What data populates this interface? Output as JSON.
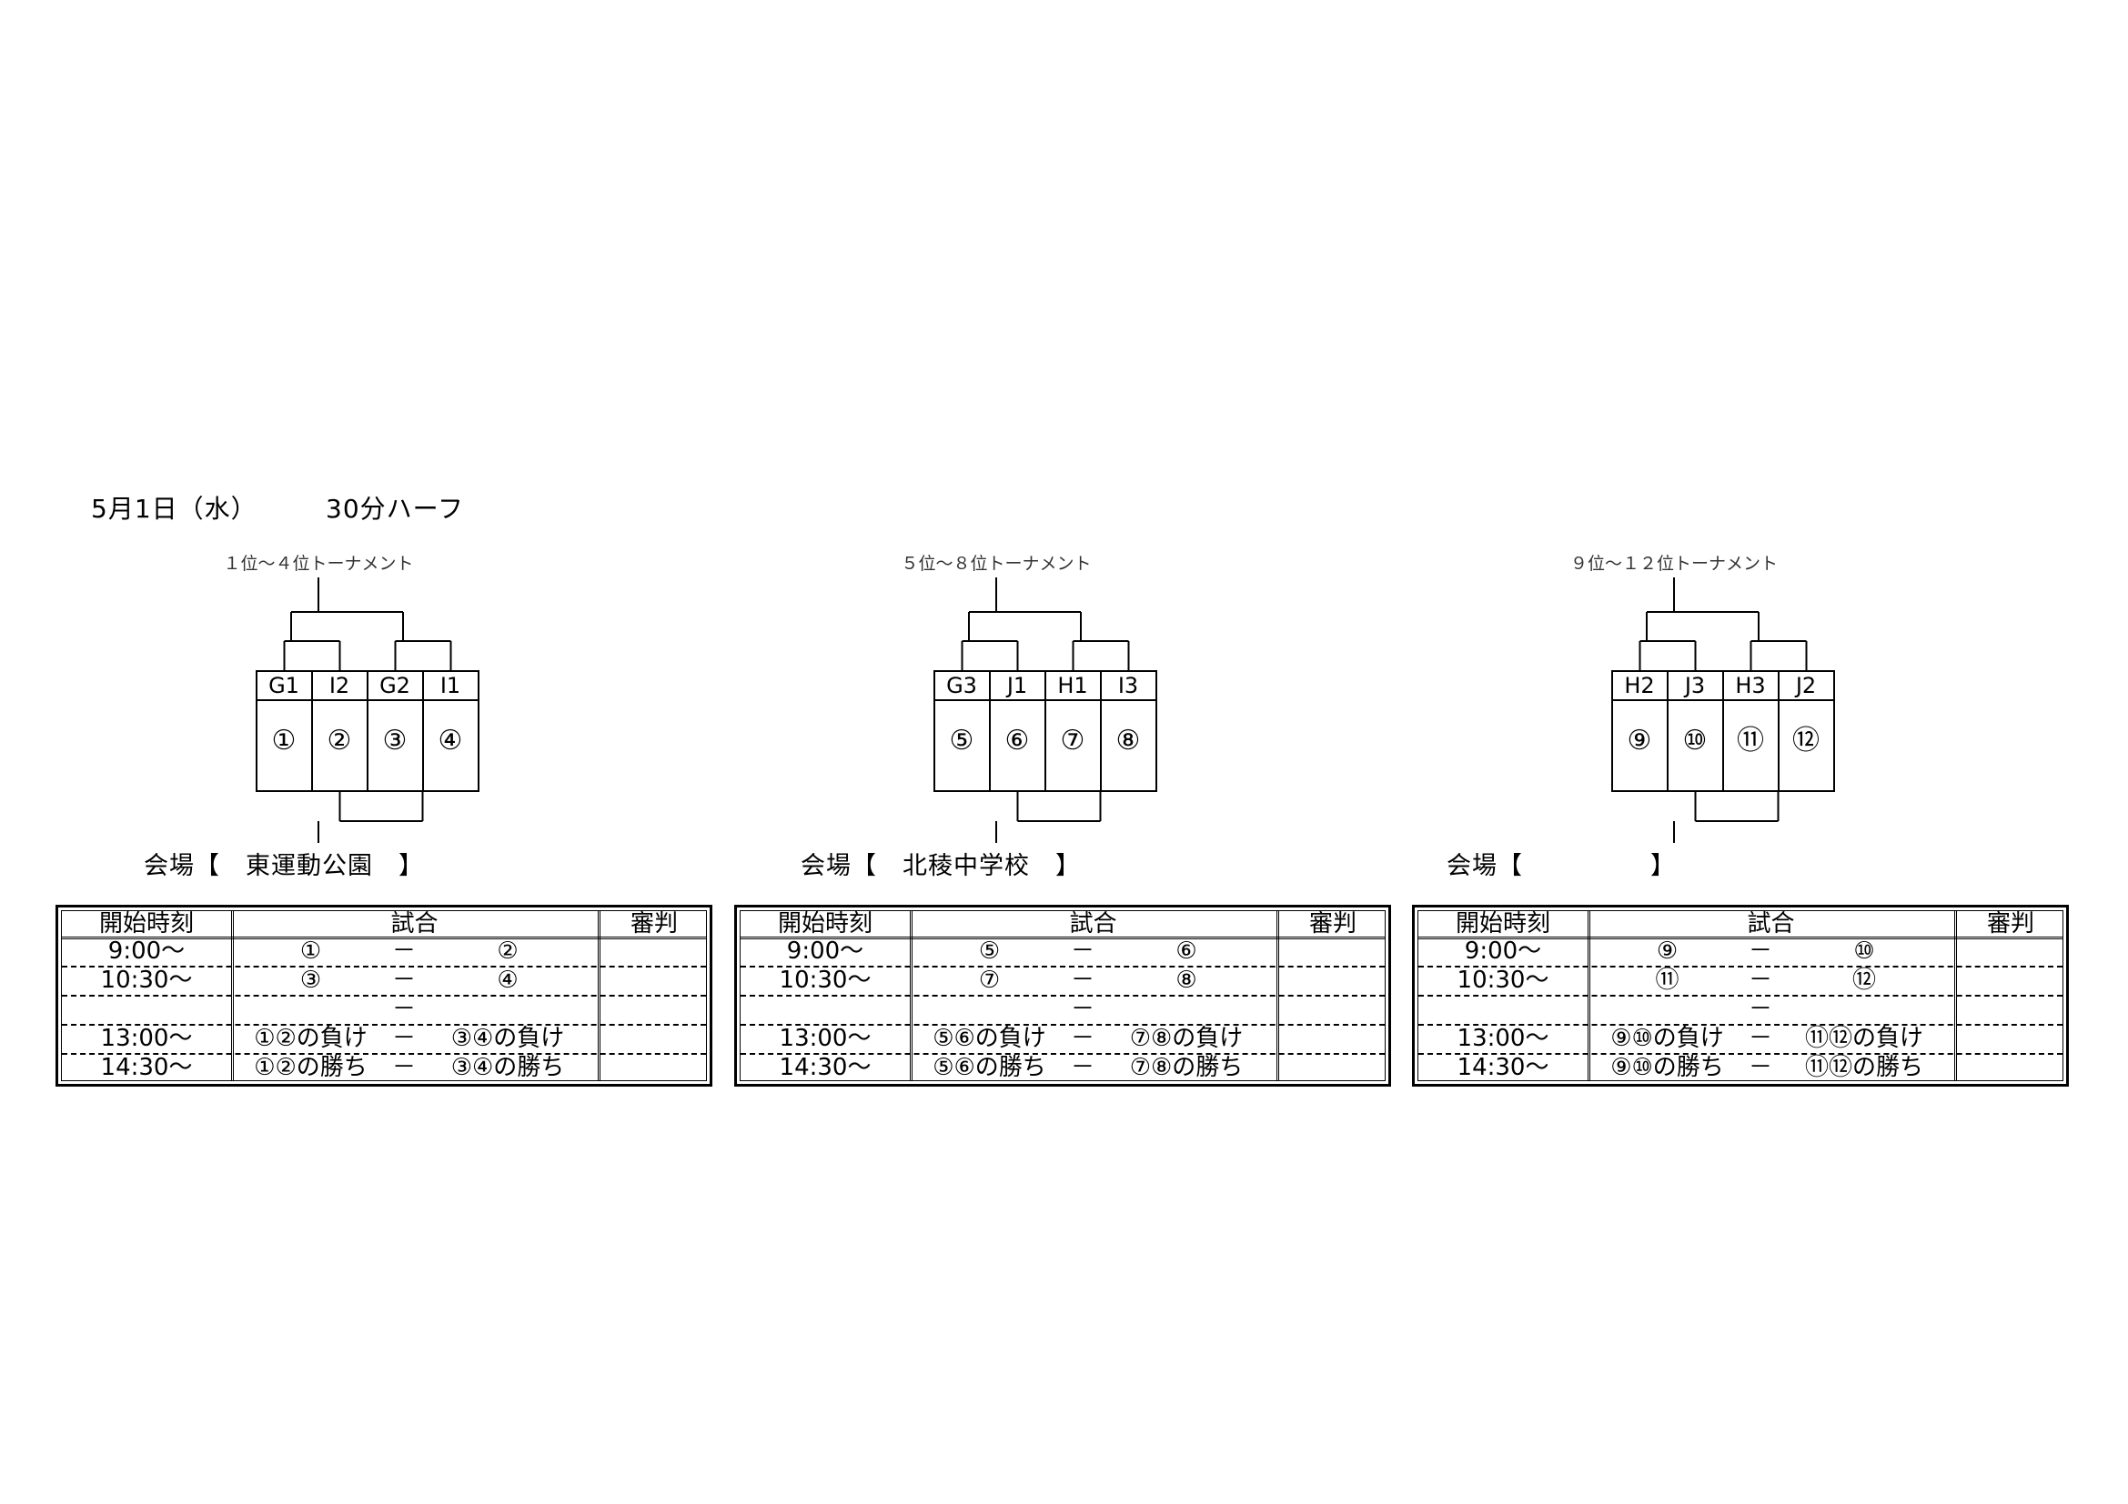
{
  "header": {
    "date": "5月1日（水）",
    "format": "30分ハーフ"
  },
  "brackets": [
    {
      "title": "１位～４位トーナメント",
      "teams": [
        "G1",
        "I2",
        "G2",
        "I1"
      ],
      "matches": [
        "①",
        "②",
        "③",
        "④"
      ],
      "venue": "会場【　東運動公園　】"
    },
    {
      "title": "５位～８位トーナメント",
      "teams": [
        "G3",
        "J1",
        "H1",
        "I3"
      ],
      "matches": [
        "⑤",
        "⑥",
        "⑦",
        "⑧"
      ],
      "venue": "会場【　北稜中学校　】"
    },
    {
      "title": "９位～１２位トーナメント",
      "teams": [
        "H2",
        "J3",
        "H3",
        "J2"
      ],
      "matches": [
        "⑨",
        "⑩",
        "⑪",
        "⑫"
      ],
      "venue": "会場【　　　　　】"
    }
  ],
  "schedule_headers": {
    "time": "開始時刻",
    "match": "試合",
    "referee": "審判"
  },
  "schedules": [
    {
      "rows": [
        {
          "time": "9:00～",
          "left": "①",
          "sep": "－",
          "right": "②"
        },
        {
          "time": "10:30～",
          "left": "③",
          "sep": "－",
          "right": "④"
        },
        {
          "time": "",
          "left": "",
          "sep": "－",
          "right": ""
        },
        {
          "time": "13:00～",
          "left": "①②の負け",
          "sep": "－",
          "right": "③④の負け"
        },
        {
          "time": "14:30～",
          "left": "①②の勝ち",
          "sep": "－",
          "right": "③④の勝ち"
        }
      ]
    },
    {
      "rows": [
        {
          "time": "9:00～",
          "left": "⑤",
          "sep": "－",
          "right": "⑥"
        },
        {
          "time": "10:30～",
          "left": "⑦",
          "sep": "－",
          "right": "⑧"
        },
        {
          "time": "",
          "left": "",
          "sep": "－",
          "right": ""
        },
        {
          "time": "13:00～",
          "left": "⑤⑥の負け",
          "sep": "－",
          "right": "⑦⑧の負け"
        },
        {
          "time": "14:30～",
          "left": "⑤⑥の勝ち",
          "sep": "－",
          "right": "⑦⑧の勝ち"
        }
      ]
    },
    {
      "rows": [
        {
          "time": "9:00～",
          "left": "⑨",
          "sep": "－",
          "right": "⑩"
        },
        {
          "time": "10:30～",
          "left": "⑪",
          "sep": "－",
          "right": "⑫"
        },
        {
          "time": "",
          "left": "",
          "sep": "－",
          "right": ""
        },
        {
          "time": "13:00～",
          "left": "⑨⑩の負け",
          "sep": "－",
          "right": "⑪⑫の負け"
        },
        {
          "time": "14:30～",
          "left": "⑨⑩の勝ち",
          "sep": "－",
          "right": "⑪⑫の勝ち"
        }
      ]
    }
  ]
}
